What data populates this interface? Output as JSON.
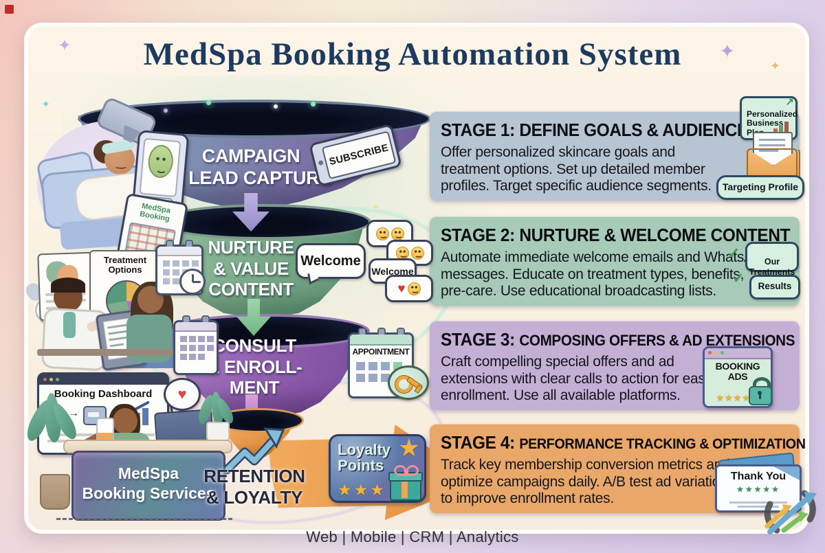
{
  "header": {
    "title": "MedSpa Booking Automation System"
  },
  "footer": {
    "text": "Web | Mobile | CRM | Analytics"
  },
  "funnel": {
    "tiers": [
      {
        "label": "CAMPAIGN\n& LEAD CAPTURE",
        "color": "#76719f"
      },
      {
        "label": "NURTURE\n& VALUE\nCONTENT",
        "color": "#74a584"
      },
      {
        "label": "CONSULT\n& ENROLL-\nMENT",
        "color": "#8e5cab"
      },
      {
        "label": "RETENTION\n& LOYALTY",
        "color": "#e8984f"
      }
    ],
    "subscribe_tablet": "SUBSCRIBE"
  },
  "stages": [
    {
      "prefix": "STAGE 1: ",
      "title": "DEFINE GOALS & AUDIENCE",
      "body": "Offer personalized skincare goals and treatment options. Set up detailed member profiles. Target specific audience segments.",
      "bg": "#b7c5d2"
    },
    {
      "prefix": "STAGE 2: ",
      "title": "NURTURE & WELCOME CONTENT",
      "body": "Automate immediate welcome emails and WhatsApp messages. Educate on treatment types, benefits, pre-care. Use educational broadcasting lists.",
      "bg": "#a8cab8"
    },
    {
      "prefix": "STAGE 3: ",
      "title": "COMPOSING OFFERS & AD EXTENSIONS",
      "body": "Craft compelling special offers and ad extensions with clear calls to action for easy enrollment. Use all available platforms.",
      "bg": "#c3b0d4"
    },
    {
      "prefix": "STAGE 4: ",
      "title": "PERFORMANCE TRACKING & OPTIMIZATION",
      "body": "Track key membership conversion metrics and optimize campaigns daily. A/B test ad variations to improve enrollment rates.",
      "bg": "#e9a869"
    }
  ],
  "badges": {
    "personalized_plan": "Personalized\nBusiness\nPlan",
    "chart_arrow": "↗",
    "targeting_profile": "Targeting Profile",
    "check": "✓",
    "our_treatments": "Our\nTreatments",
    "results": "Results",
    "booking_ads": "BOOKING\nADS",
    "booking_ads_stars": "★★★★★",
    "thank_you": "Thank You",
    "thank_you_stars": "★★★★★"
  },
  "bubbles": {
    "welcome_large": "Welcome",
    "welcome_small": "Welcome",
    "heart": "♥"
  },
  "widgets": {
    "appointment": "APPOINTMENT",
    "loyalty_title": "Loyalty\nPoints",
    "loyalty_stars": "★★★"
  },
  "scenes": {
    "tablet_label": "MedSpa\nBooking",
    "treatment_options": "Treatment\nOptions",
    "booking_dashboard": "Booking Dashboard",
    "desk_sign": "MedSpa\nBooking Services"
  }
}
